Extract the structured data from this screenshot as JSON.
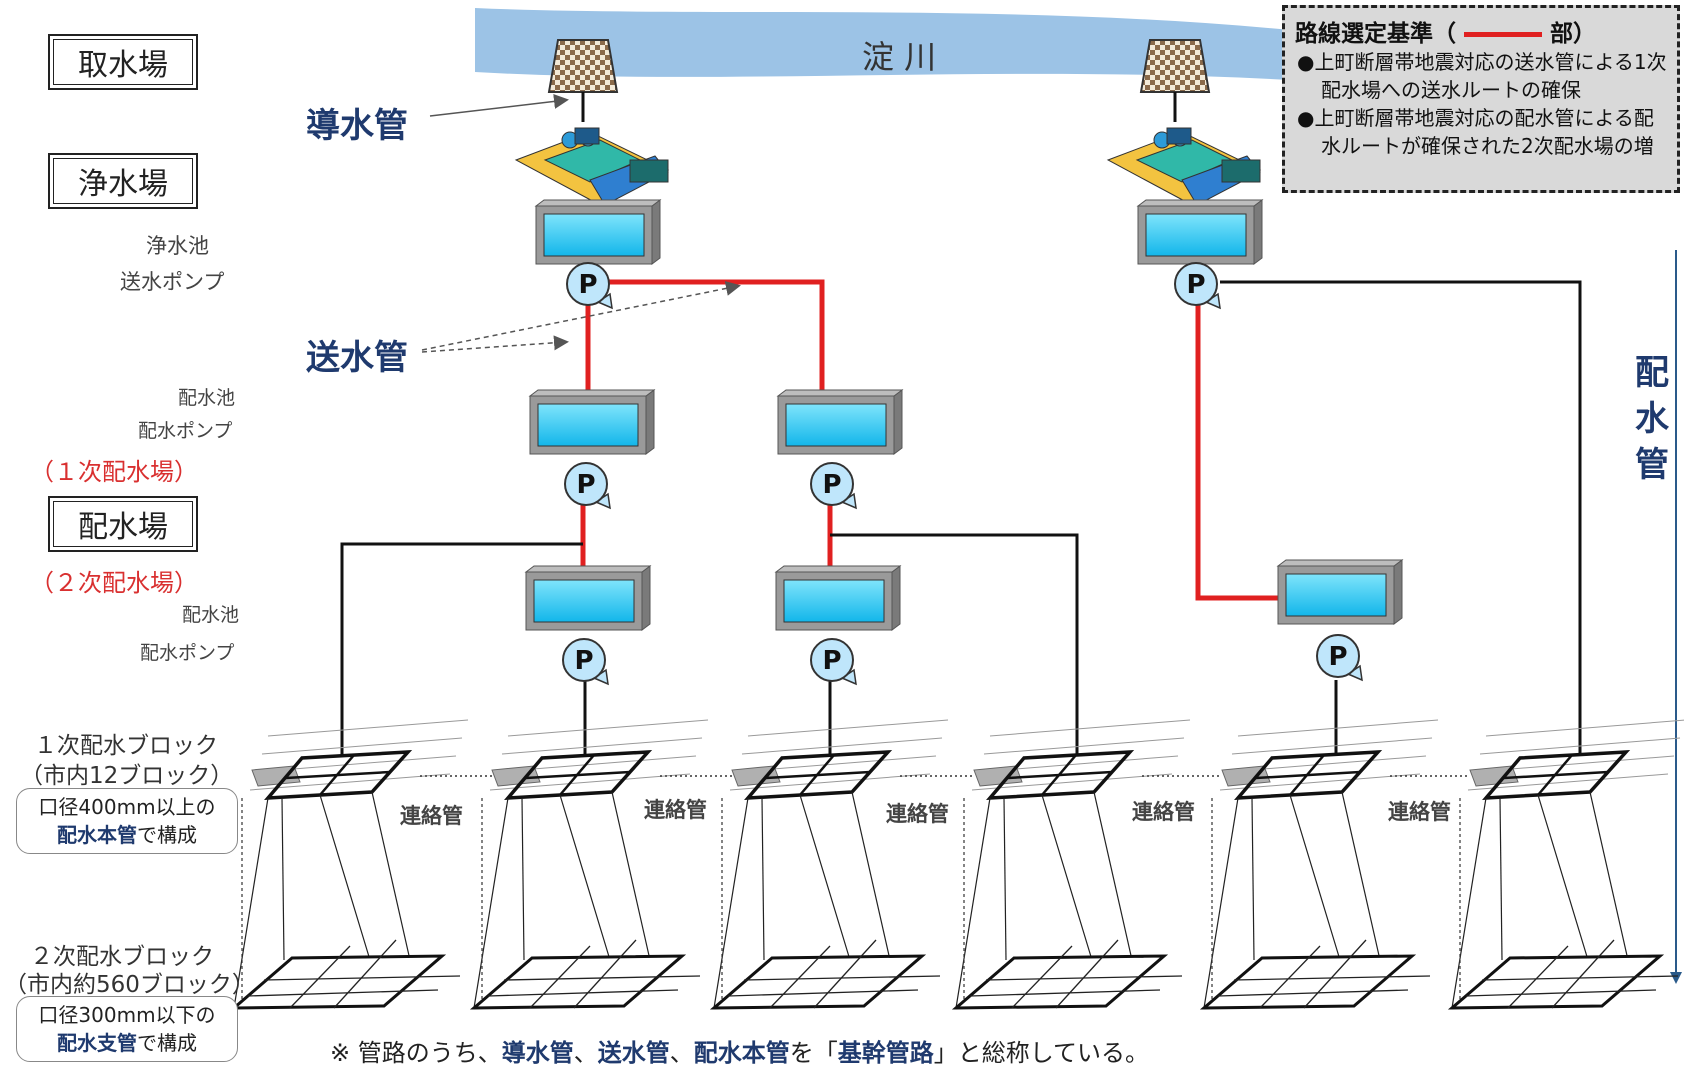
{
  "river": {
    "label": "淀 川"
  },
  "levels": {
    "intake": "取水場",
    "purification": "浄水場",
    "distribution": "配水場"
  },
  "purification_sub": {
    "pond": "浄水池",
    "pump": "送水ポンプ"
  },
  "primary_sub": {
    "pond": "配水池",
    "pump": "配水ポンプ",
    "tag": "（１次配水場）"
  },
  "secondary_sub": {
    "tag": "（２次配水場）",
    "pond": "配水池",
    "pump": "配水ポンプ"
  },
  "pipe_labels": {
    "dosui": "導水管",
    "sosui": "送水管",
    "haisui": "配水管"
  },
  "pump_letter": "P",
  "block1": {
    "line1": "１次配水ブロック",
    "line2": "（市内12ブロック）",
    "note_line1": "口径400mm以上の",
    "note_bold": "配水本管",
    "note_tail": "で構成"
  },
  "block2": {
    "line1": "２次配水ブロック",
    "line2": "（市内約560ブロック）",
    "note_line1": "口径300mm以下の",
    "note_bold": "配水支管",
    "note_tail": "で構成"
  },
  "renraku_label": "連絡管",
  "legend": {
    "title_pre": "路線選定基準（",
    "title_post": "部）",
    "item1": "●上町断層帯地震対応の送水管による1次配水場への送水ルートの確保",
    "item2": "●上町断層帯地震対応の配水管による配水ルートが確保された2次配水場の増"
  },
  "footnote": {
    "pre": "※ 管路のうち、",
    "b1": "導水管",
    "sep1": "、",
    "b2": "送水管",
    "sep2": "、",
    "b3": "配水本管",
    "mid": "を「",
    "b4": "基幹管路",
    "post": "」と総称している。"
  },
  "colors": {
    "red_pipe": "#e02020",
    "navy": "#1f3a6e",
    "tank": "#29c8f0",
    "river": "#9cc3e6"
  }
}
